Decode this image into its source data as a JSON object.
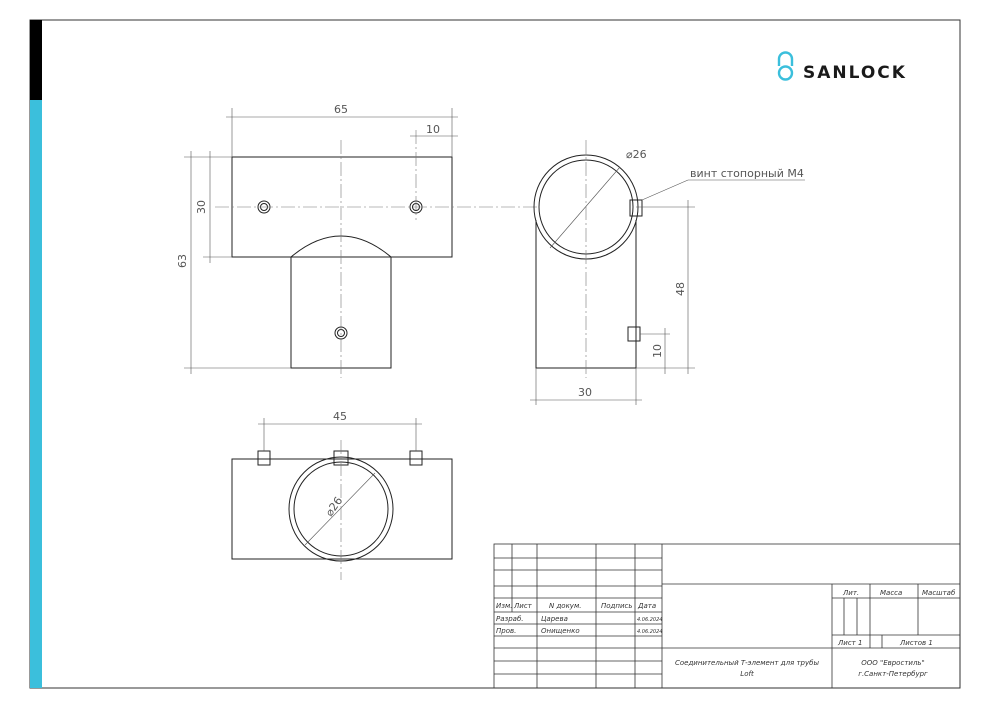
{
  "brand": {
    "name": "SANLOCK",
    "accent": "#3bbfdc",
    "strip_top_color": "#000000"
  },
  "drawing": {
    "front_view": {
      "width": "65",
      "top_hole_offset": "10",
      "flange_height": "30",
      "total_height": "63"
    },
    "side_view": {
      "diameter": "⌀26",
      "screw_note": "винт стопорный М4",
      "height": "48",
      "bottom_offset": "10",
      "width": "30"
    },
    "top_view": {
      "hole_spacing": "45",
      "diameter": "⌀26"
    }
  },
  "title_block": {
    "headers": {
      "izm": "Изм.",
      "list": "Лист",
      "doc": "N докум.",
      "sign": "Подпись",
      "date": "Дата"
    },
    "rows": [
      {
        "role": "Разраб.",
        "name": "Царева",
        "date": "4.06.2024"
      },
      {
        "role": "Пров.",
        "name": "Онищенко",
        "date": "4.06.2024"
      }
    ],
    "lit": "Лит.",
    "mass": "Масса",
    "scale": "Масштаб",
    "sheet": "Лист 1",
    "sheets": "Листов 1",
    "product_line1": "Соединительный Т-элемент для трубы",
    "product_line2": "Loft",
    "company_line1": "ООО \"Евростиль\"",
    "company_line2": "г.Санкт-Петербург"
  }
}
